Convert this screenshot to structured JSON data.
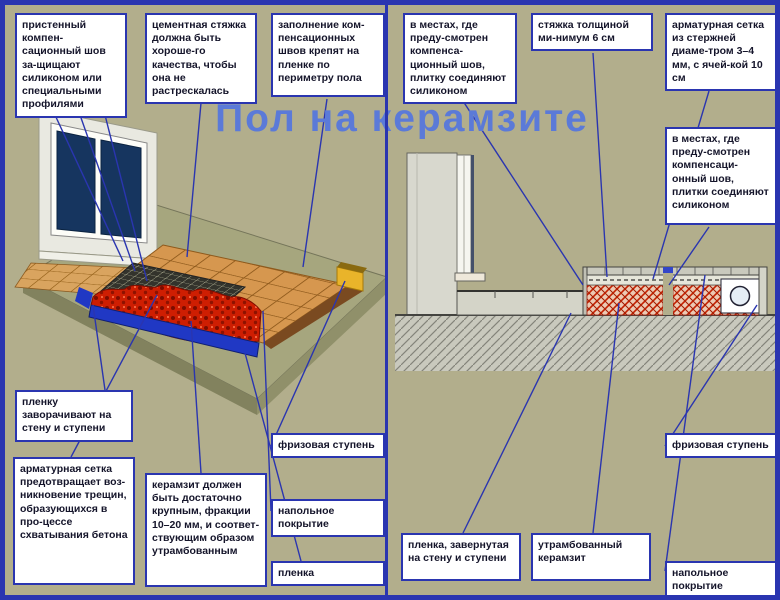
{
  "title": "Пол на керамзите",
  "colors": {
    "accent_blue": "#2a35b0",
    "title_blue": "#5b7ad8",
    "keramzit_red": "#cc1b00",
    "film_blue": "#2038c4",
    "background_olive": "#b2ae8c",
    "seam_yellow": "#f0c233"
  },
  "left_panel": {
    "callouts": {
      "wall_seam": "пристенный компен-сационный шов за-щищают силиконом или специальными профилями",
      "screed": "цементная стяжка должна быть хороше-го качества, чтобы она не растрескалась",
      "seam_fill": "заполнение ком-пенсационных швов крепят на пленке по периметру пола",
      "film_wrap": "пленку заворачивают на стену и ступени",
      "mesh": "арматурная сетка предотвращает воз-никновение трещин, образующихся в про-цессе схватывания бетона",
      "keramzit": "керамзит должен быть достаточно крупным, фракции 10–20 мм, и соответ-ствующим образом утрамбованным",
      "frieze_step": "фризовая ступень",
      "floor_covering": "напольное покрытие",
      "film": "пленка"
    }
  },
  "right_panel": {
    "callouts": {
      "seam_silicone_top": "в местах, где преду-смотрен компенса-ционный шов, плитку соединяют силиконом",
      "screed_thickness": "стяжка толщиной ми-нимум 6 см",
      "mesh_spec": "арматурная сетка из стержней диаме-тром 3–4 мм, с ячей-кой 10 см",
      "seam_silicone_right": "в местах, где преду-смотрен компенсаци-онный шов, плитки соединяют силиконом",
      "frieze_step": "фризовая ступень",
      "film_wrapped": "пленка, завернутая на стену и ступени",
      "compacted_keramzit": "утрамбованный керамзит",
      "floor_covering": "напольное покрытие"
    }
  }
}
